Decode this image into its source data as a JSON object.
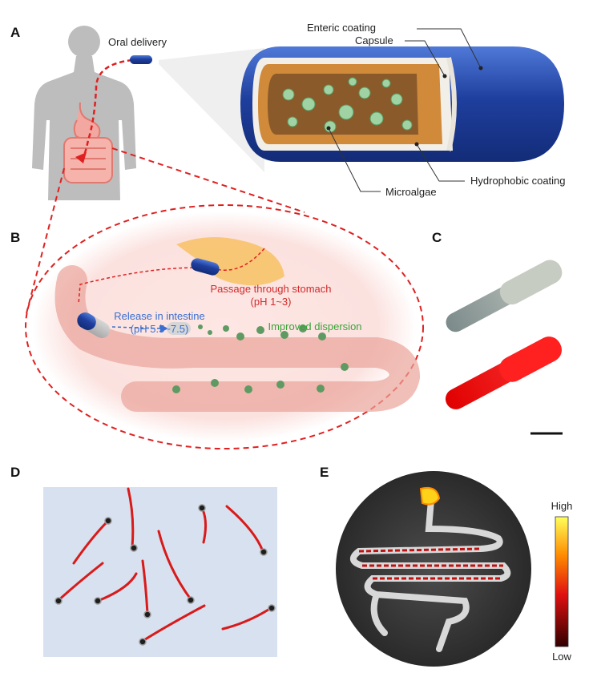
{
  "panels": {
    "a": "A",
    "b": "B",
    "c": "C",
    "d": "D",
    "e": "E"
  },
  "panel_a": {
    "oral_delivery": "Oral delivery",
    "enteric_coating": "Enteric coating",
    "capsule": "Capsule",
    "hydrophobic_coating": "Hydrophobic coating",
    "microalgae": "Microalgae"
  },
  "panel_b": {
    "stomach_line1": "Passage through stomach",
    "stomach_line2": "(pH 1~3)",
    "intestine_line1": "Release in intestine",
    "intestine_line2": "(pH 5.5~7.5)",
    "dispersion": "Improved dispersion"
  },
  "panel_e": {
    "scale_high": "High",
    "scale_low": "Low"
  },
  "colors": {
    "capsule_blue": "#1f3f9e",
    "capsule_orange": "#d08a3a",
    "microalgae_green": "#9fd3a3",
    "arrow_red": "#e02020",
    "text_red": "#d22b2b",
    "text_blue": "#3a6fd0",
    "text_green": "#3aa33a",
    "panel_d_bg": "#d7e1ef",
    "panel_e_bg": "#3a3a3a"
  }
}
